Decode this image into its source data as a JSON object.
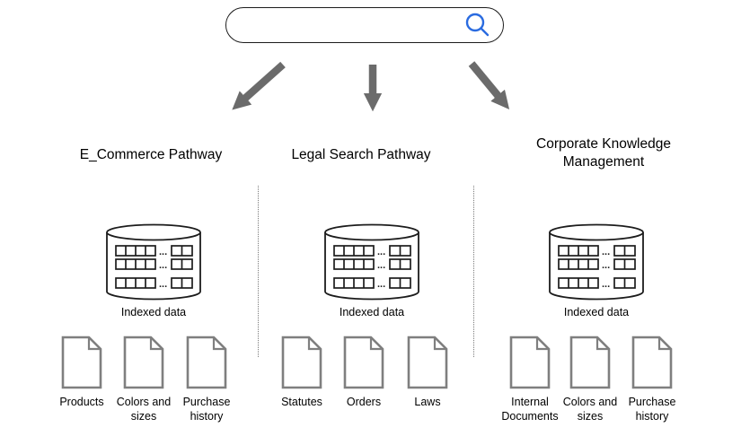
{
  "search_bar": {
    "value": "",
    "icon": "magnifier"
  },
  "database_icon": {
    "ellipsis": "...",
    "label_under_all": "Indexed data"
  },
  "colors": {
    "accent_blue": "#2a6be0",
    "arrow_gray": "#6b6b6b",
    "doc_border_gray": "#7f7f7f",
    "outline_black": "#1c1c1c",
    "divider_gray": "#7b7b7b"
  },
  "sections": [
    {
      "title": "E_Commerce Pathway",
      "database_label": "Indexed data",
      "documents": [
        {
          "label": "Products"
        },
        {
          "label": "Colors and sizes"
        },
        {
          "label": "Purchase history"
        }
      ]
    },
    {
      "title": "Legal Search Pathway",
      "database_label": "Indexed data",
      "documents": [
        {
          "label": "Statutes"
        },
        {
          "label": "Orders"
        },
        {
          "label": "Laws"
        }
      ]
    },
    {
      "title": "Corporate Knowledge Management",
      "database_label": "Indexed data",
      "documents": [
        {
          "label": "Internal Documents"
        },
        {
          "label": "Colors and sizes"
        },
        {
          "label": "Purchase history"
        }
      ]
    }
  ]
}
